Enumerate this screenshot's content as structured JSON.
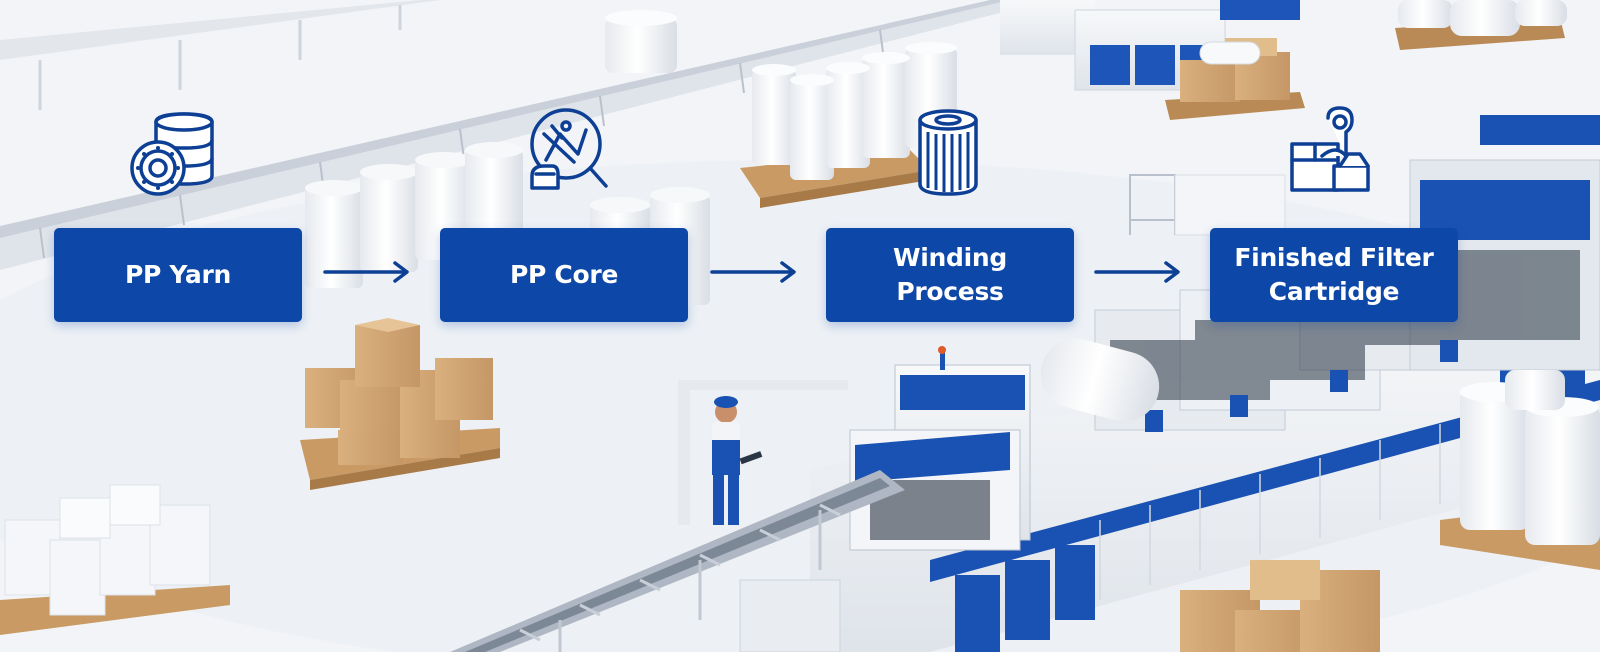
{
  "flow": {
    "steps": [
      {
        "label": "PP Yarn",
        "icon": "yarn-spools-icon"
      },
      {
        "label": "PP Core",
        "icon": "pp-core-inspection-icon"
      },
      {
        "label": "Winding\nProcess",
        "icon": "wound-cartridge-icon"
      },
      {
        "label": "Finished Filter\nCartridge",
        "icon": "packaged-product-icon"
      }
    ],
    "accent_color": "#0d47a8",
    "text_color": "#ffffff"
  }
}
